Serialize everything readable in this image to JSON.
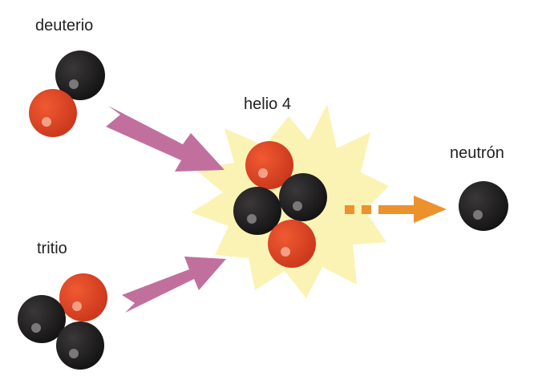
{
  "labels": {
    "deuterio": "deuterio",
    "helio": "helio 4",
    "neutron": "neutrón",
    "tritio": "tritio"
  },
  "colors": {
    "proton": "#d8401c",
    "neutron": "#1c1a1a",
    "burst": "#fbf3b4",
    "input_arrow": "#c1709e",
    "output_arrow": "#ec922c"
  }
}
